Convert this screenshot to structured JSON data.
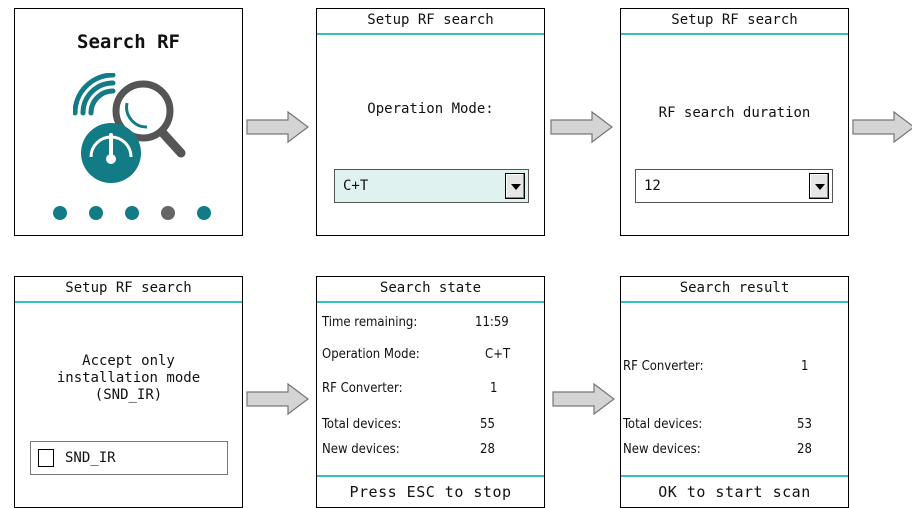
{
  "colors": {
    "teal": "#127b86",
    "accent": "#36bfc9",
    "dot_inactive": "#666666",
    "combo_bg_active": "#dff2ef"
  },
  "screen1": {
    "title": "Search RF",
    "icon": "rf-search-icon",
    "dots": [
      {
        "active": true
      },
      {
        "active": true
      },
      {
        "active": true
      },
      {
        "active": false
      },
      {
        "active": true
      }
    ]
  },
  "screen2": {
    "title": "Setup RF search",
    "label": "Operation Mode:",
    "value": "C+T"
  },
  "screen3": {
    "title": "Setup RF search",
    "label": "RF search duration",
    "value": "12"
  },
  "screen4": {
    "title": "Setup RF search",
    "label_lines": [
      "Accept only",
      "installation mode",
      "(SND_IR)"
    ],
    "checkbox_label": "SND_IR",
    "checked": false
  },
  "screen5": {
    "title": "Search state",
    "rows": [
      {
        "key": "Time remaining:",
        "value": "11:59"
      },
      {
        "key": "Operation Mode:",
        "value": "C+T"
      },
      {
        "key": "RF Converter:",
        "value": "1"
      },
      {
        "key": "Total devices:",
        "value": "55"
      },
      {
        "key": "New devices:",
        "value": "28"
      }
    ],
    "footer": "Press ESC to stop"
  },
  "screen6": {
    "title": "Search result",
    "rows": [
      {
        "key": "RF Converter:",
        "value": "1"
      },
      {
        "key": "Total devices:",
        "value": "53"
      },
      {
        "key": "New devices:",
        "value": "28"
      }
    ],
    "footer": "OK to start scan"
  }
}
